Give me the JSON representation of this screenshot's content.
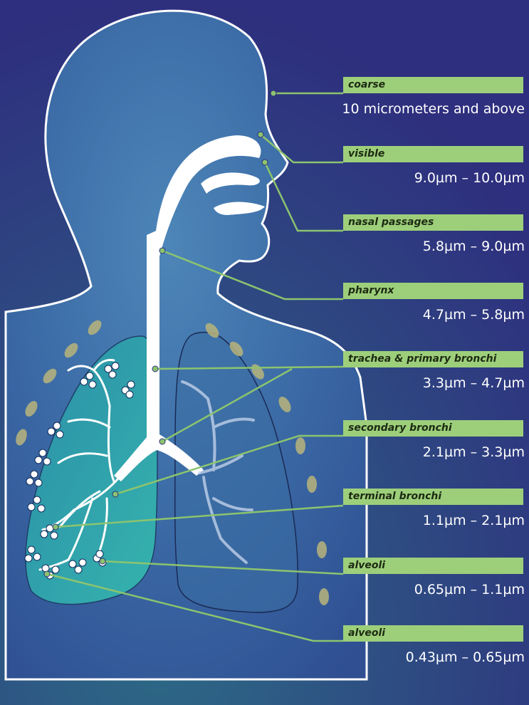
{
  "colors": {
    "background": "#2e2f7e",
    "body": "#3c6fa6",
    "lung": "#2fa2ad",
    "label_bar": "#9dcf7b",
    "leader_line": "#8cc46e",
    "airway": "#ffffff"
  },
  "labels": [
    {
      "name": "coarse",
      "range": "10 micrometers and above"
    },
    {
      "name": "visible",
      "range": "9.0µm – 10.0µm"
    },
    {
      "name": "nasal passages",
      "range": "5.8µm – 9.0µm"
    },
    {
      "name": "pharynx",
      "range": "4.7µm – 5.8µm"
    },
    {
      "name": "trachea & primary bronchi",
      "range": "3.3µm – 4.7µm"
    },
    {
      "name": "secondary bronchi",
      "range": "2.1µm – 3.3µm"
    },
    {
      "name": "terminal bronchi",
      "range": "1.1µm – 2.1µm"
    },
    {
      "name": "alveoli",
      "range": "0.65µm – 1.1µm"
    },
    {
      "name": "alveoli",
      "range": "0.43µm – 0.65µm"
    }
  ]
}
